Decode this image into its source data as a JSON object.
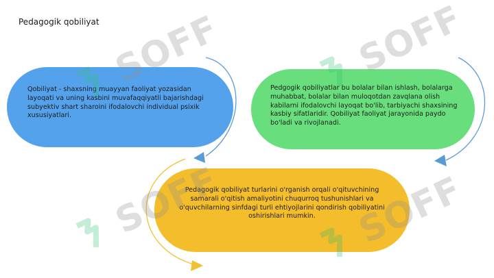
{
  "slide": {
    "title": "Pedagogik qobiliyat",
    "boxes": [
      {
        "name": "blue",
        "text": "Qobiliyat - shaxsning muayyan faoliyat yozasidan layoqati va uning kasbini muvafaqqiyatli bajarishdagi subyektiv shart sharoini ifodalovchi individual psixik xususiyatlari.",
        "color": "#55a2ec"
      },
      {
        "name": "green",
        "text": "Pedgogik qobiliyatlar bu bolalar bilan ishlash, bolalarga muhabbat, bolalar bilan muloqotdan zavqlana olish kabilarni ifodalovchi layoqat bo'lib, tarbiyachi shaxsining kasbiy sifatlaridir. Qobiliyat faoliyat jarayonida paydo bo'ladi va rivojlanadi.",
        "color": "#68df7c"
      },
      {
        "name": "yellow",
        "text": "Pedagogik qobiliyat turlarini o'rganish orqali o'qituvchining samarali o'qitish amaliyotini chuqurroq tushunishlari va o'quvchilarning sinfdagi turli ehtiyojlarini qondirish qobiliyatini oshirishlari mumkin.",
        "color": "#f4bd2c"
      }
    ]
  },
  "watermark": {
    "text": "SOFF",
    "color": "#8c8c8c",
    "icon": "soff-logo-icon"
  },
  "arrows": {
    "blue_to_green": "#5b9bd5",
    "green_to_yellow": "#5b9bd5",
    "yellow_return": "#f2c12e"
  }
}
